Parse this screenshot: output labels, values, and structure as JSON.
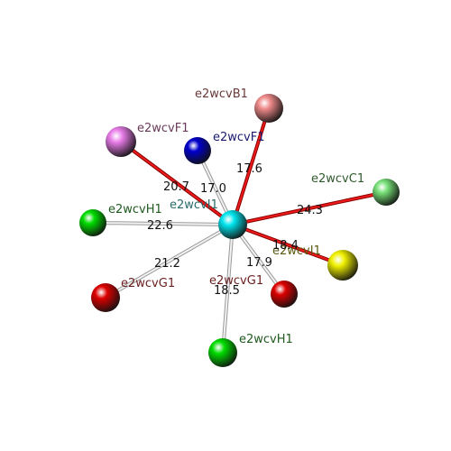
{
  "center": {
    "label": "e2wcvI1",
    "color": "#00e5ee"
  },
  "nodes": [
    {
      "id": "b1",
      "label": "e2wcvB1",
      "distance": "17.6",
      "color": "#f08a8a",
      "label_color": "#6b3a3a",
      "bond": "red"
    },
    {
      "id": "f1a",
      "label": "e2wcvF1",
      "distance": "20.7",
      "color": "#e87ce8",
      "label_color": "#6b3a5a",
      "bond": "red"
    },
    {
      "id": "f1b",
      "label": "e2wcvF1",
      "distance": "17.0",
      "color": "#0000cc",
      "label_color": "#1a1a6e",
      "bond": "white"
    },
    {
      "id": "c1",
      "label": "e2wcvC1",
      "distance": "24.3",
      "color": "#77e077",
      "label_color": "#2f5a2f",
      "bond": "red"
    },
    {
      "id": "h1a",
      "label": "e2wcvH1",
      "distance": "22.6",
      "color": "#00dd00",
      "label_color": "#1f5a1f",
      "bond": "white"
    },
    {
      "id": "i1",
      "label": "e2wcvI1",
      "distance": "18.4",
      "color": "#f0f000",
      "label_color": "#5a5a10",
      "bond": "red"
    },
    {
      "id": "g1a",
      "label": "e2wcvG1",
      "distance": "21.2",
      "color": "#dd0000",
      "label_color": "#6b2020",
      "bond": "white"
    },
    {
      "id": "g1b",
      "label": "e2wcvG1",
      "distance": "17.9",
      "color": "#dd0000",
      "label_color": "#6b2020",
      "bond": "white"
    },
    {
      "id": "h1b",
      "label": "e2wcvH1",
      "distance": "18.5",
      "color": "#00dd00",
      "label_color": "#1f5a1f",
      "bond": "white"
    }
  ]
}
